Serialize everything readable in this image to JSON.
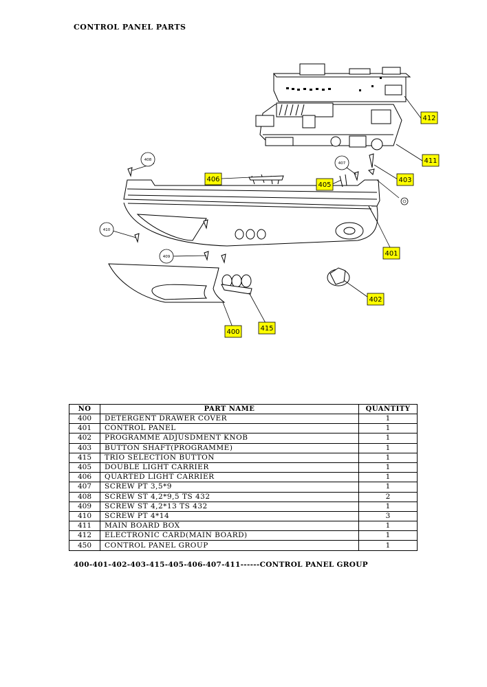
{
  "title": "CONTROL PANEL PARTS",
  "callouts": {
    "c400": "400",
    "c401": "401",
    "c402": "402",
    "c403": "403",
    "c405": "405",
    "c406": "406",
    "c411": "411",
    "c412": "412",
    "c415": "415",
    "b407": "407",
    "b408": "408",
    "b409": "409",
    "b410": "410"
  },
  "table": {
    "headers": {
      "no": "NO",
      "name": "PART NAME",
      "qty": "QUANTITY"
    },
    "rows": [
      {
        "no": "400",
        "name": "DETERGENT DRAWER COVER",
        "qty": "1"
      },
      {
        "no": "401",
        "name": "CONTROL PANEL",
        "qty": "1"
      },
      {
        "no": "402",
        "name": "PROGRAMME ADJUSDMENT KNOB",
        "qty": "1"
      },
      {
        "no": "403",
        "name": "BUTTON SHAFT(PROGRAMME)",
        "qty": "1"
      },
      {
        "no": "415",
        "name": "TRIO SELECTION BUTTON",
        "qty": "1"
      },
      {
        "no": "405",
        "name": "DOUBLE LIGHT CARRIER",
        "qty": "1"
      },
      {
        "no": "406",
        "name": "QUARTED LIGHT CARRIER",
        "qty": "1"
      },
      {
        "no": "407",
        "name": "SCREW PT 3,5*9",
        "qty": "1"
      },
      {
        "no": "408",
        "name": "SCREW ST 4,2*9,5 TS 432",
        "qty": "2"
      },
      {
        "no": "409",
        "name": "SCREW ST 4,2*13 TS 432",
        "qty": "1"
      },
      {
        "no": "410",
        "name": "SCREW PT 4*14",
        "qty": "3"
      },
      {
        "no": "411",
        "name": "MAIN BOARD BOX",
        "qty": "1"
      },
      {
        "no": "412",
        "name": "ELECTRONIC CARD(MAIN BOARD)",
        "qty": "1"
      },
      {
        "no": "450",
        "name": "CONTROL PANEL GROUP",
        "qty": "1"
      }
    ]
  },
  "footer": "400-401-402-403-415-405-406-407-411------CONTROL PANEL GROUP",
  "colors": {
    "callout_fill": "#ffff00",
    "line": "#000000"
  }
}
